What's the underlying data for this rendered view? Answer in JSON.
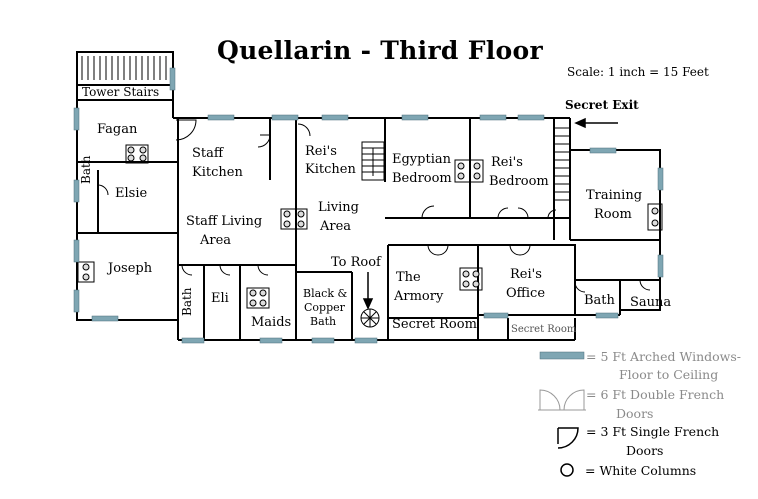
{
  "title": "Quellarin - Third Floor",
  "scale": "Scale: 1 inch = 15 Feet",
  "secret_exit": "Secret Exit",
  "to_roof": "To Roof",
  "rooms": {
    "tower_stairs": "Tower Stairs",
    "fagan": "Fagan",
    "bath_left": "Bath",
    "elsie": "Elsie",
    "joseph": "Joseph",
    "staff_kitchen_1": "Staff",
    "staff_kitchen_2": "Kitchen",
    "staff_living_1": "Staff Living",
    "staff_living_2": "Area",
    "bath_bottom": "Bath",
    "eli": "Eli",
    "maids": "Maids",
    "black_copper_1": "Black &",
    "black_copper_2": "Copper",
    "black_copper_3": "Bath",
    "reis_kitchen_1": "Rei's",
    "reis_kitchen_2": "Kitchen",
    "living_area_1": "Living",
    "living_area_2": "Area",
    "egyptian_1": "Egyptian",
    "egyptian_2": "Bedroom",
    "reis_bedroom_1": "Rei's",
    "reis_bedroom_2": "Bedroom",
    "training_1": "Training",
    "training_2": "Room",
    "armory_1": "The",
    "armory_2": "Armory",
    "reis_office_1": "Rei's",
    "reis_office_2": "Office",
    "secret_room_1": "Secret Room",
    "secret_room_2": "Secret Room",
    "bath_right": "Bath",
    "sauna": "Sauna"
  },
  "legend": {
    "windows_1": "= 5 Ft Arched Windows-",
    "windows_2": "Floor to Ceiling",
    "double_doors_1": "= 6 Ft Double French",
    "double_doors_2": "Doors",
    "single_door_1": "= 3 Ft Single French",
    "single_door_2": "Doors",
    "columns": "= White Columns"
  },
  "colors": {
    "window": "#7fa6b3",
    "wall": "#000000",
    "legend_grey": "#8a8a8a"
  }
}
